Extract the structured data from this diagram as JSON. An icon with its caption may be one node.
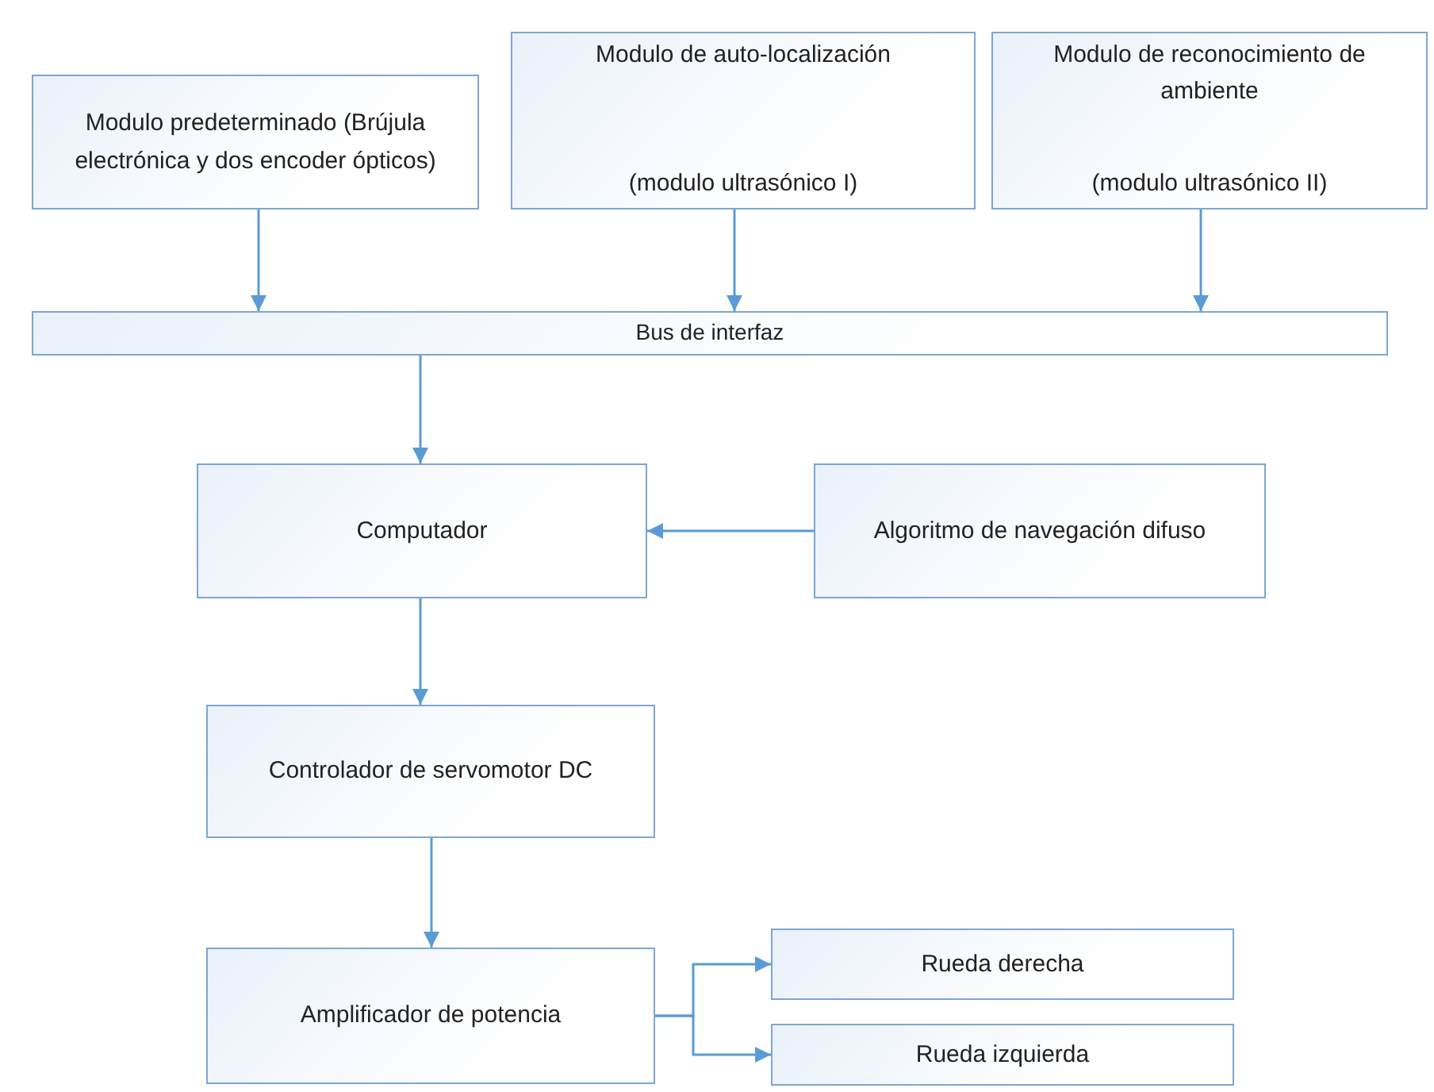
{
  "diagram": {
    "nodes": [
      {
        "text": [
          "Modulo predeterminado (Brújula electrónica y dos encoder ópticos)"
        ]
      },
      {
        "text": [
          "Modulo de auto-localización",
          "(modulo ultrasónico I)"
        ]
      },
      {
        "text": [
          "Modulo de reconocimiento de ambiente",
          "(modulo ultrasónico II)"
        ]
      },
      {
        "text": [
          "Bus de interfaz"
        ]
      },
      {
        "text": [
          "Computador"
        ]
      },
      {
        "text": [
          "Algoritmo de navegación difuso"
        ]
      },
      {
        "text": [
          "Controlador de servomotor DC"
        ]
      },
      {
        "text": [
          "Amplificador de potencia"
        ]
      },
      {
        "text": [
          "Rueda derecha"
        ]
      },
      {
        "text": [
          "Rueda izquierda"
        ]
      }
    ],
    "edges": [
      {
        "from": 0,
        "to": 3,
        "arrow": "to"
      },
      {
        "from": 1,
        "to": 3,
        "arrow": "to"
      },
      {
        "from": 2,
        "to": 3,
        "arrow": "to"
      },
      {
        "from": 3,
        "to": 4,
        "arrow": "to"
      },
      {
        "from": 5,
        "to": 4,
        "arrow": "to"
      },
      {
        "from": 4,
        "to": 6,
        "arrow": "to"
      },
      {
        "from": 6,
        "to": 7,
        "arrow": "to"
      },
      {
        "from": 7,
        "to": 8,
        "arrow": "to"
      },
      {
        "from": 7,
        "to": 9,
        "arrow": "to"
      }
    ]
  }
}
